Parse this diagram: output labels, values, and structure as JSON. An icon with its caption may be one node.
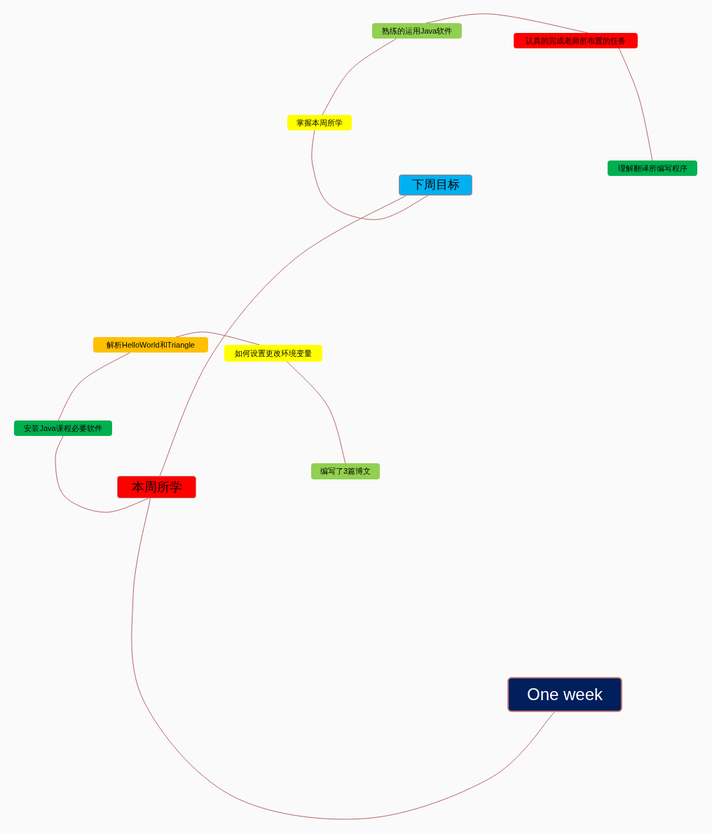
{
  "diagram": {
    "nodes": [
      {
        "text": [
          "One week"
        ]
      },
      {
        "text": [
          "本周所学"
        ]
      },
      {
        "text": [
          "安装Java课程必要软件"
        ]
      },
      {
        "text": [
          "解析HelloWorld和Triangle"
        ]
      },
      {
        "text": [
          "如何设置更改环境变量"
        ]
      },
      {
        "text": [
          "编写了3篇博文"
        ]
      },
      {
        "text": [
          "下周目标"
        ]
      },
      {
        "text": [
          "掌握本周所学"
        ]
      },
      {
        "text": [
          "熟练的运用Java软件"
        ]
      },
      {
        "text": [
          "认真的完成老师所布置的任务"
        ]
      },
      {
        "text": [
          "理解翻译所编写程序"
        ]
      }
    ],
    "edges": [
      {
        "from": 0,
        "to": 1,
        "arrow": "none"
      },
      {
        "from": 1,
        "to": 6,
        "arrow": "none"
      },
      {
        "from": 1,
        "to": 2,
        "arrow": "none"
      },
      {
        "from": 2,
        "to": 3,
        "arrow": "none"
      },
      {
        "from": 3,
        "to": 4,
        "arrow": "none"
      },
      {
        "from": 4,
        "to": 5,
        "arrow": "none"
      },
      {
        "from": 6,
        "to": 7,
        "arrow": "none"
      },
      {
        "from": 7,
        "to": 8,
        "arrow": "none"
      },
      {
        "from": 8,
        "to": 9,
        "arrow": "none"
      },
      {
        "from": 9,
        "to": 10,
        "arrow": "none"
      }
    ]
  }
}
